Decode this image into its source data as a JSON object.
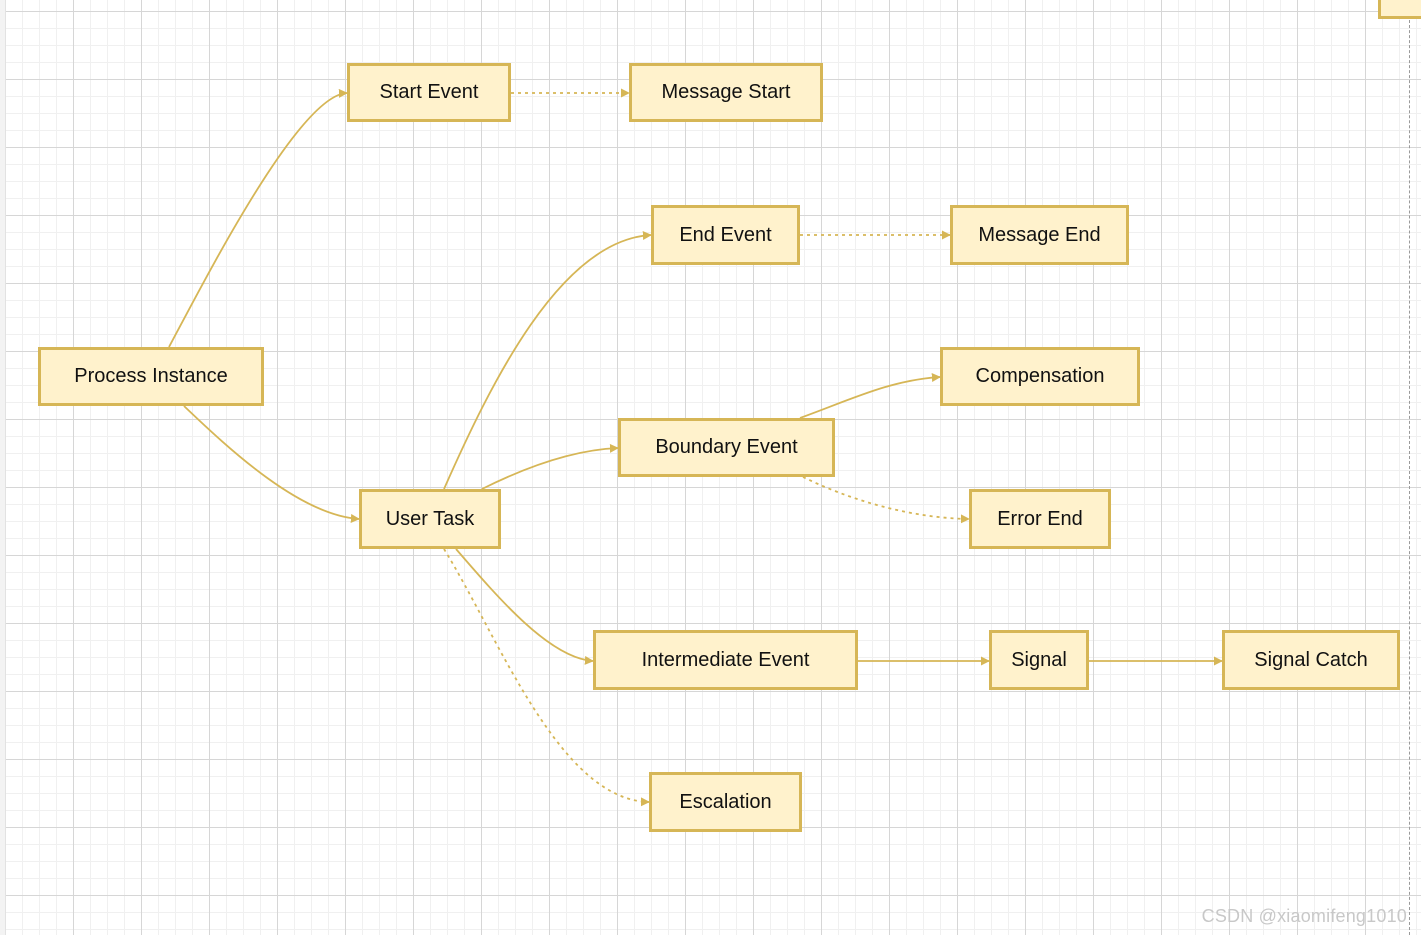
{
  "diagram": {
    "style": {
      "fill": "#fff2cc",
      "stroke": "#d6b656",
      "text": "#111111"
    },
    "nodes": [
      {
        "id": "process_instance",
        "label": "Process Instance"
      },
      {
        "id": "start_event",
        "label": "Start Event"
      },
      {
        "id": "message_start",
        "label": "Message Start"
      },
      {
        "id": "end_event",
        "label": "End Event"
      },
      {
        "id": "message_end",
        "label": "Message End"
      },
      {
        "id": "compensation",
        "label": "Compensation"
      },
      {
        "id": "boundary_event",
        "label": "Boundary Event"
      },
      {
        "id": "error_end",
        "label": "Error End"
      },
      {
        "id": "user_task",
        "label": "User Task"
      },
      {
        "id": "intermediate_event",
        "label": "Intermediate Event"
      },
      {
        "id": "signal",
        "label": "Signal"
      },
      {
        "id": "signal_catch",
        "label": "Signal Catch"
      },
      {
        "id": "escalation",
        "label": "Escalation"
      }
    ],
    "edges": [
      {
        "from": "process_instance",
        "to": "start_event",
        "style": "solid"
      },
      {
        "from": "process_instance",
        "to": "user_task",
        "style": "solid"
      },
      {
        "from": "start_event",
        "to": "message_start",
        "style": "dotted"
      },
      {
        "from": "user_task",
        "to": "end_event",
        "style": "solid"
      },
      {
        "from": "end_event",
        "to": "message_end",
        "style": "dotted"
      },
      {
        "from": "user_task",
        "to": "boundary_event",
        "style": "solid"
      },
      {
        "from": "boundary_event",
        "to": "compensation",
        "style": "solid"
      },
      {
        "from": "boundary_event",
        "to": "error_end",
        "style": "dotted"
      },
      {
        "from": "user_task",
        "to": "intermediate_event",
        "style": "solid"
      },
      {
        "from": "intermediate_event",
        "to": "signal",
        "style": "solid"
      },
      {
        "from": "signal",
        "to": "signal_catch",
        "style": "solid"
      },
      {
        "from": "user_task",
        "to": "escalation",
        "style": "dotted"
      }
    ]
  },
  "watermark": "CSDN @xiaomifeng1010"
}
